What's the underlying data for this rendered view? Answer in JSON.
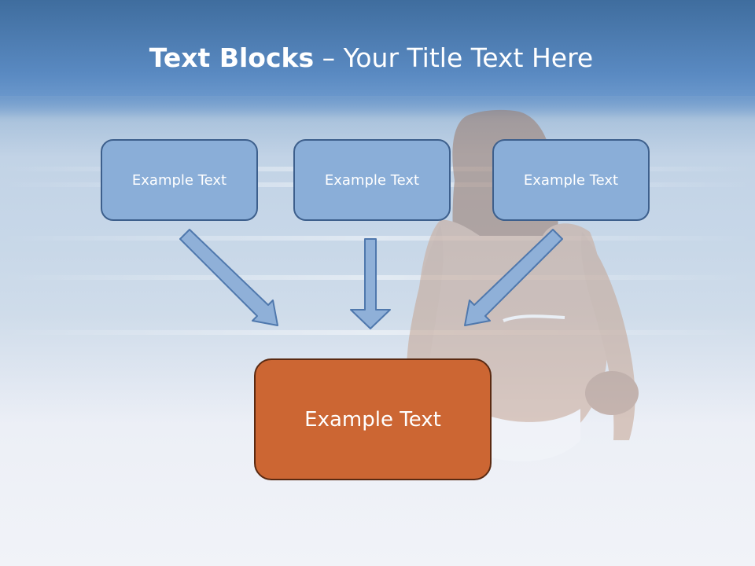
{
  "slide": {
    "title_bold": "Text Blocks",
    "title_rest": " – Your Title Text Here",
    "blocks": [
      {
        "label": "Example Text"
      },
      {
        "label": "Example Text"
      },
      {
        "label": "Example Text"
      }
    ],
    "target": {
      "label": "Example Text"
    }
  },
  "colors": {
    "block_fill": "#8aaed8",
    "block_border": "#3d5f8c",
    "target_fill": "#cc6633",
    "target_border": "#5a2a12",
    "arrow_fill": "#8fb0d8",
    "arrow_stroke": "#4f78ad"
  }
}
